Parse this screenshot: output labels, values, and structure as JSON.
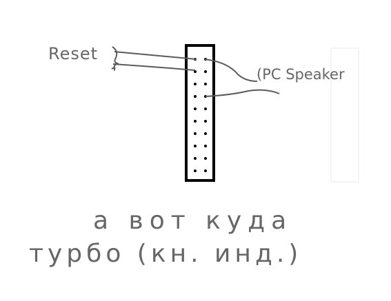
{
  "labels": {
    "reset": "Reset",
    "pc_speaker": "(PC Speaker",
    "line1": "а вот куда",
    "line2": "турбо (кн. инд.)"
  },
  "colors": {
    "background": "#ffffff",
    "ink": "#000000",
    "wire": "#5a5a5a",
    "text": "#666666",
    "ghost": "#f4f4f4"
  },
  "header": {
    "rows": 10,
    "cols": 2
  }
}
